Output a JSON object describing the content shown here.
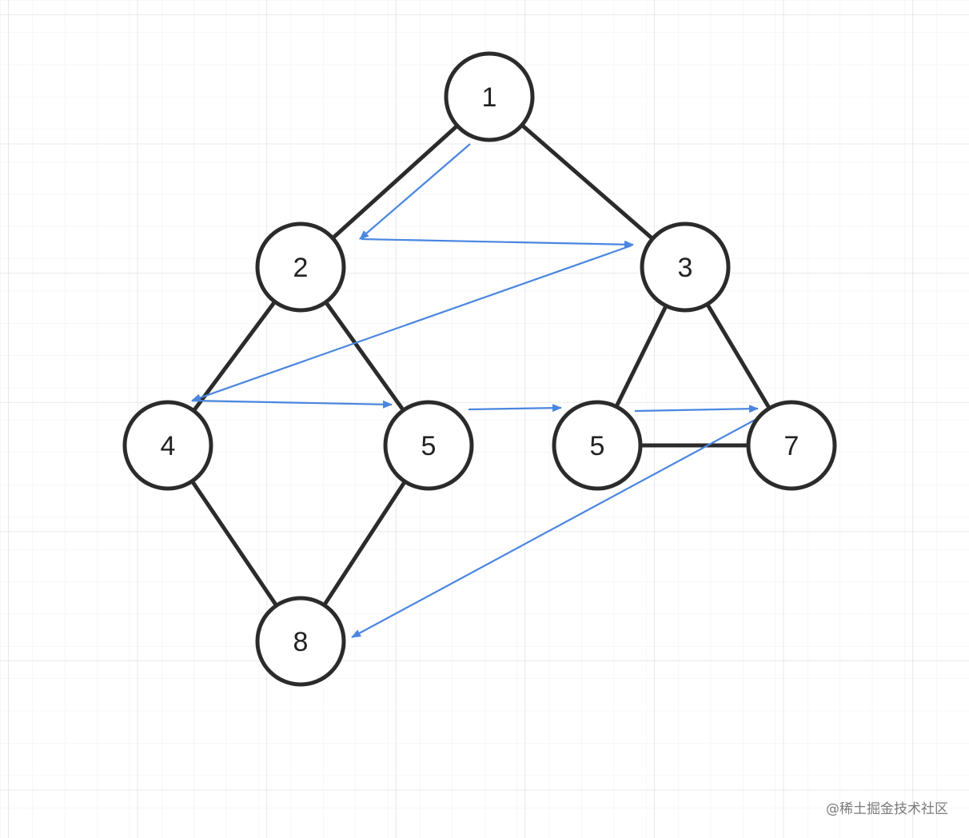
{
  "nodes": [
    {
      "id": "n1",
      "label": "1"
    },
    {
      "id": "n2",
      "label": "2"
    },
    {
      "id": "n3",
      "label": "3"
    },
    {
      "id": "n4",
      "label": "4"
    },
    {
      "id": "n5a",
      "label": "5"
    },
    {
      "id": "n5b",
      "label": "5"
    },
    {
      "id": "n7",
      "label": "7"
    },
    {
      "id": "n8",
      "label": "8"
    }
  ],
  "edges": [
    [
      "n1",
      "n2"
    ],
    [
      "n1",
      "n3"
    ],
    [
      "n2",
      "n4"
    ],
    [
      "n2",
      "n5a"
    ],
    [
      "n3",
      "n5b"
    ],
    [
      "n3",
      "n7"
    ],
    [
      "n5b",
      "n7"
    ],
    [
      "n4",
      "n8"
    ],
    [
      "n5a",
      "n8"
    ]
  ],
  "traversal_order": [
    "n1",
    "n2",
    "n3",
    "n4",
    "n5a",
    "n5b",
    "n7",
    "n8"
  ],
  "colors": {
    "edge": "#2b2b2b",
    "traversal_arrow": "#4a86e0",
    "grid": "#e6e6e6"
  },
  "watermark": "@稀土掘金技术社区"
}
